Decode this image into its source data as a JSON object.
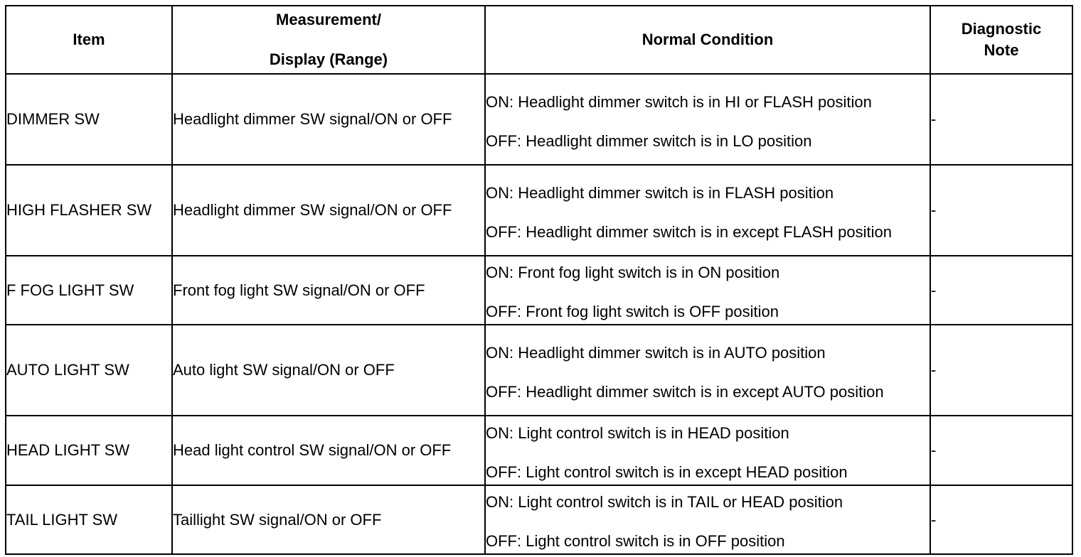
{
  "table": {
    "headers": {
      "item": "Item",
      "measurement_line1": "Measurement/",
      "measurement_line2": "Display (Range)",
      "normal_condition": "Normal Condition",
      "diagnostic_note_line1": "Diagnostic",
      "diagnostic_note_line2": "Note"
    },
    "rows": [
      {
        "item": "DIMMER SW",
        "measurement": "Headlight dimmer SW signal/ON or OFF",
        "condition_on": "ON: Headlight dimmer switch is in HI or FLASH position",
        "condition_off": "OFF: Headlight dimmer switch is in LO position",
        "note": "-"
      },
      {
        "item": "HIGH FLASHER SW",
        "measurement": "Headlight dimmer SW signal/ON or OFF",
        "condition_on": "ON: Headlight dimmer switch is in FLASH position",
        "condition_off": "OFF: Headlight dimmer switch is in except FLASH position",
        "note": "-"
      },
      {
        "item": "F FOG LIGHT SW",
        "measurement": "Front fog light SW signal/ON or OFF",
        "condition_on": "ON: Front fog light switch is in ON position",
        "condition_off": "OFF: Front fog light switch is OFF position",
        "note": "-"
      },
      {
        "item": "AUTO LIGHT SW",
        "measurement": "Auto light SW signal/ON or OFF",
        "condition_on": "ON: Headlight dimmer switch is in AUTO position",
        "condition_off": "OFF: Headlight dimmer switch is in except AUTO position",
        "note": "-"
      },
      {
        "item": "HEAD LIGHT SW",
        "measurement": "Head light control SW signal/ON or OFF",
        "condition_on": "ON: Light control switch is in HEAD position",
        "condition_off": "OFF: Light control switch is in except HEAD position",
        "note": "-"
      },
      {
        "item": "TAIL LIGHT SW",
        "measurement": "Taillight SW signal/ON or OFF",
        "condition_on": "ON: Light control switch is in TAIL or HEAD position",
        "condition_off": "OFF: Light control switch is in OFF position",
        "note": "-"
      }
    ]
  }
}
